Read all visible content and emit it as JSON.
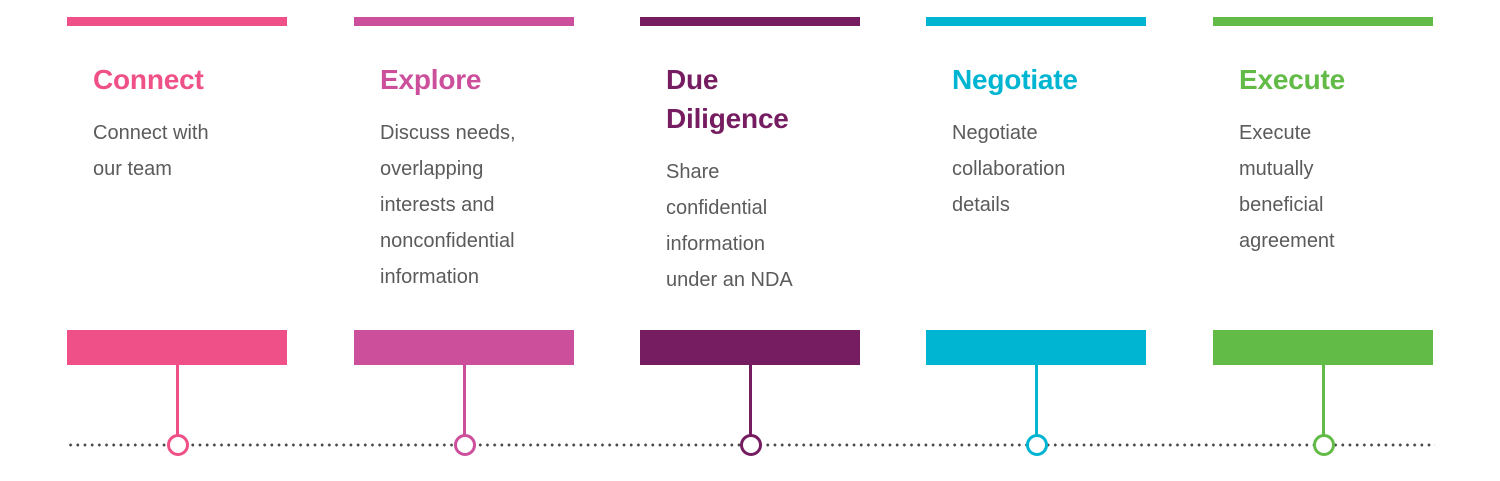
{
  "diagram": {
    "type": "process-timeline",
    "steps": [
      {
        "title": "Connect",
        "description": "Connect with our team",
        "description_lines": [
          "Connect with",
          "our team"
        ],
        "color": "#ef5087"
      },
      {
        "title": "Explore",
        "description": "Discuss needs, overlapping interests and nonconfidential information",
        "description_lines": [
          "Discuss needs,",
          "overlapping",
          "interests and",
          "nonconfidential",
          "information"
        ],
        "color": "#cc4f9c"
      },
      {
        "title": "Due Diligence",
        "title_lines": [
          "Due",
          "Diligence"
        ],
        "description": "Share confidential information under an NDA",
        "description_lines": [
          "Share",
          "confidential",
          "information",
          "under an NDA"
        ],
        "color": "#761d61"
      },
      {
        "title": "Negotiate",
        "description": "Negotiate collaboration details",
        "description_lines": [
          "Negotiate",
          "collaboration",
          "details"
        ],
        "color": "#00b5d1"
      },
      {
        "title": "Execute",
        "description": "Execute mutually beneficial agreement",
        "description_lines": [
          "Execute",
          "mutually",
          "beneficial",
          "agreement"
        ],
        "color": "#62bb46"
      }
    ],
    "timeline_color": "#4a4a4a",
    "text_color": "#5b5b5b"
  }
}
